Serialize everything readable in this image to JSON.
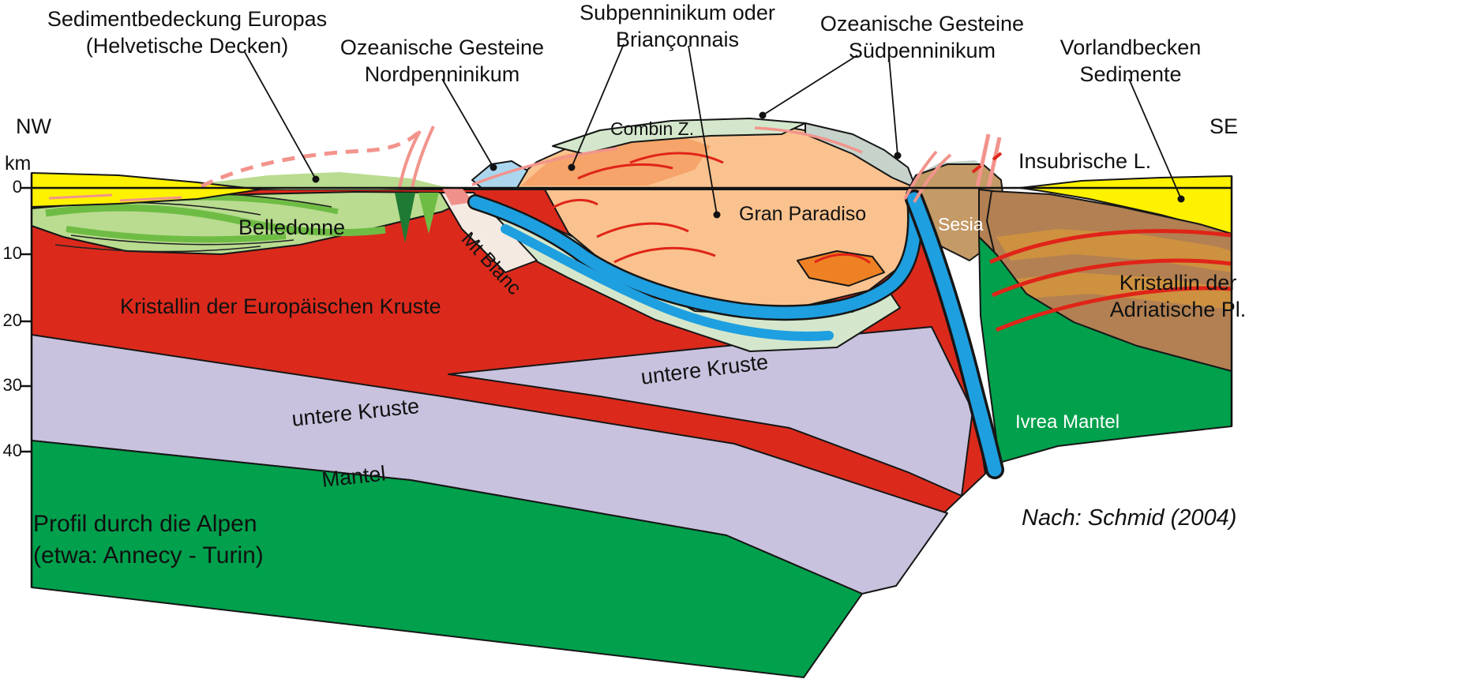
{
  "compass": {
    "nw": "NW",
    "se": "SE"
  },
  "axis": {
    "unit": "km",
    "ticks": [
      "0",
      "10",
      "20",
      "30",
      "40"
    ]
  },
  "callouts": [
    {
      "id": "sediment-cover-europe",
      "lines": [
        "Sedimentbedeckung Europas",
        "(Helvetische Decken)"
      ]
    },
    {
      "id": "oceanic-north-penninic",
      "lines": [
        "Ozeanische Gesteine",
        "Nordpenninikum"
      ]
    },
    {
      "id": "subpenninic-brianconnais",
      "lines": [
        "Subpenninikum oder",
        "Briançonnais"
      ]
    },
    {
      "id": "oceanic-south-penninic",
      "lines": [
        "Ozeanische Gesteine",
        "Südpenninikum"
      ]
    },
    {
      "id": "foreland-basin",
      "lines": [
        "Vorlandbecken",
        "Sedimente"
      ]
    }
  ],
  "unit_labels": {
    "combin": "Combin Z.",
    "insubric": "Insubrische L.",
    "belledonne": "Belledonne",
    "mt_blanc": "Mt Blanc",
    "gran_paradiso": "Gran Paradiso",
    "sesia": "Sesia",
    "european_crust": "Kristallin der Europäischen Kruste",
    "adriatic_crust_line1": "Kristallin der",
    "adriatic_crust_line2": "Adriatische Pl.",
    "lower_crust_left": "untere Kruste",
    "lower_crust_center": "untere Kruste",
    "ivrea_mantle": "Ivrea Mantel",
    "mantle": "Mantel"
  },
  "title": {
    "line1": "Profil durch die Alpen",
    "line2": "(etwa: Annecy - Turin)"
  },
  "attribution": "Nach: Schmid (2004)",
  "palette": {
    "yellow": "#FFF200",
    "helvetic_light": "#B9DC90",
    "helvetic_mid": "#6FBC45",
    "helvetic_dark": "#1F7A33",
    "euro_crust_red": "#DB2A1C",
    "lower_crust_lavender": "#C8C2DE",
    "mantle_green": "#00A04C",
    "dome_peach": "#FAC28E",
    "brianconnais_orange": "#F6A469",
    "orange_deep": "#EE8124",
    "ocean_blue": "#1E9FE0",
    "pale_blue": "#ABD6EE",
    "celadon": "#D4E7CC",
    "gray_cap": "#C6D2CA",
    "sesia_tan": "#C49A66",
    "adriatic_brown": "#B28052",
    "adriatic_band": "#CD9140",
    "fault_salmon": "#F2948C",
    "fault_red": "#E02418",
    "ink": "#111111"
  }
}
